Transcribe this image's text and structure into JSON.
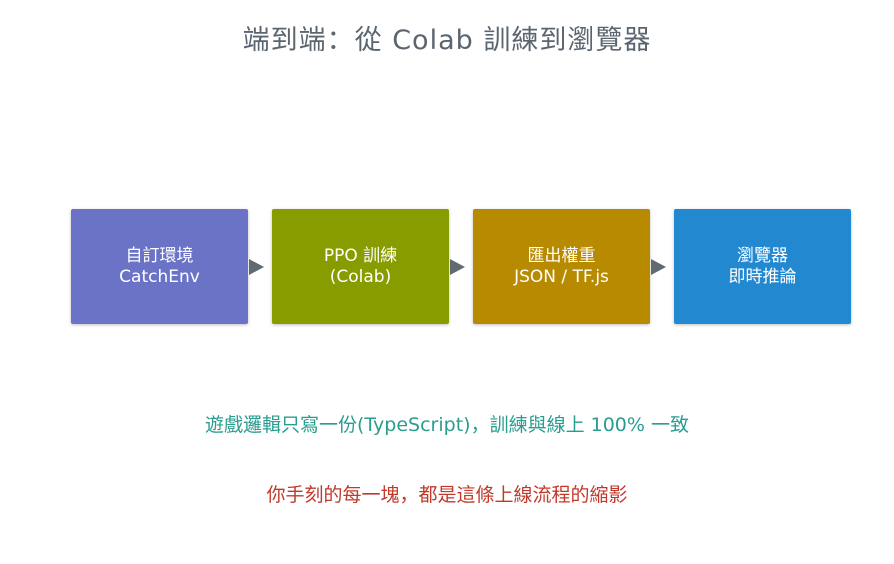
{
  "title": "端到端：從 Colab 訓練到瀏覽器",
  "steps": [
    {
      "line1": "自訂環境",
      "line2": "CatchEnv",
      "color": "#6b73c6"
    },
    {
      "line1": "PPO 訓練",
      "line2": "(Colab)",
      "color": "#889c00"
    },
    {
      "line1": "匯出權重",
      "line2": "JSON / TF.js",
      "color": "#b88a00"
    },
    {
      "line1": "瀏覽器",
      "line2": "即時推論",
      "color": "#2288d0"
    }
  ],
  "notes": {
    "line1": "遊戲邏輯只寫一份(TypeScript)，訓練與線上 100% 一致",
    "line2": "你手刻的每一塊，都是這條上線流程的縮影"
  },
  "colors": {
    "title": "#5a6570",
    "arrow": "#5f6b70",
    "note1": "#2a9d8f",
    "note2": "#c0392b"
  }
}
